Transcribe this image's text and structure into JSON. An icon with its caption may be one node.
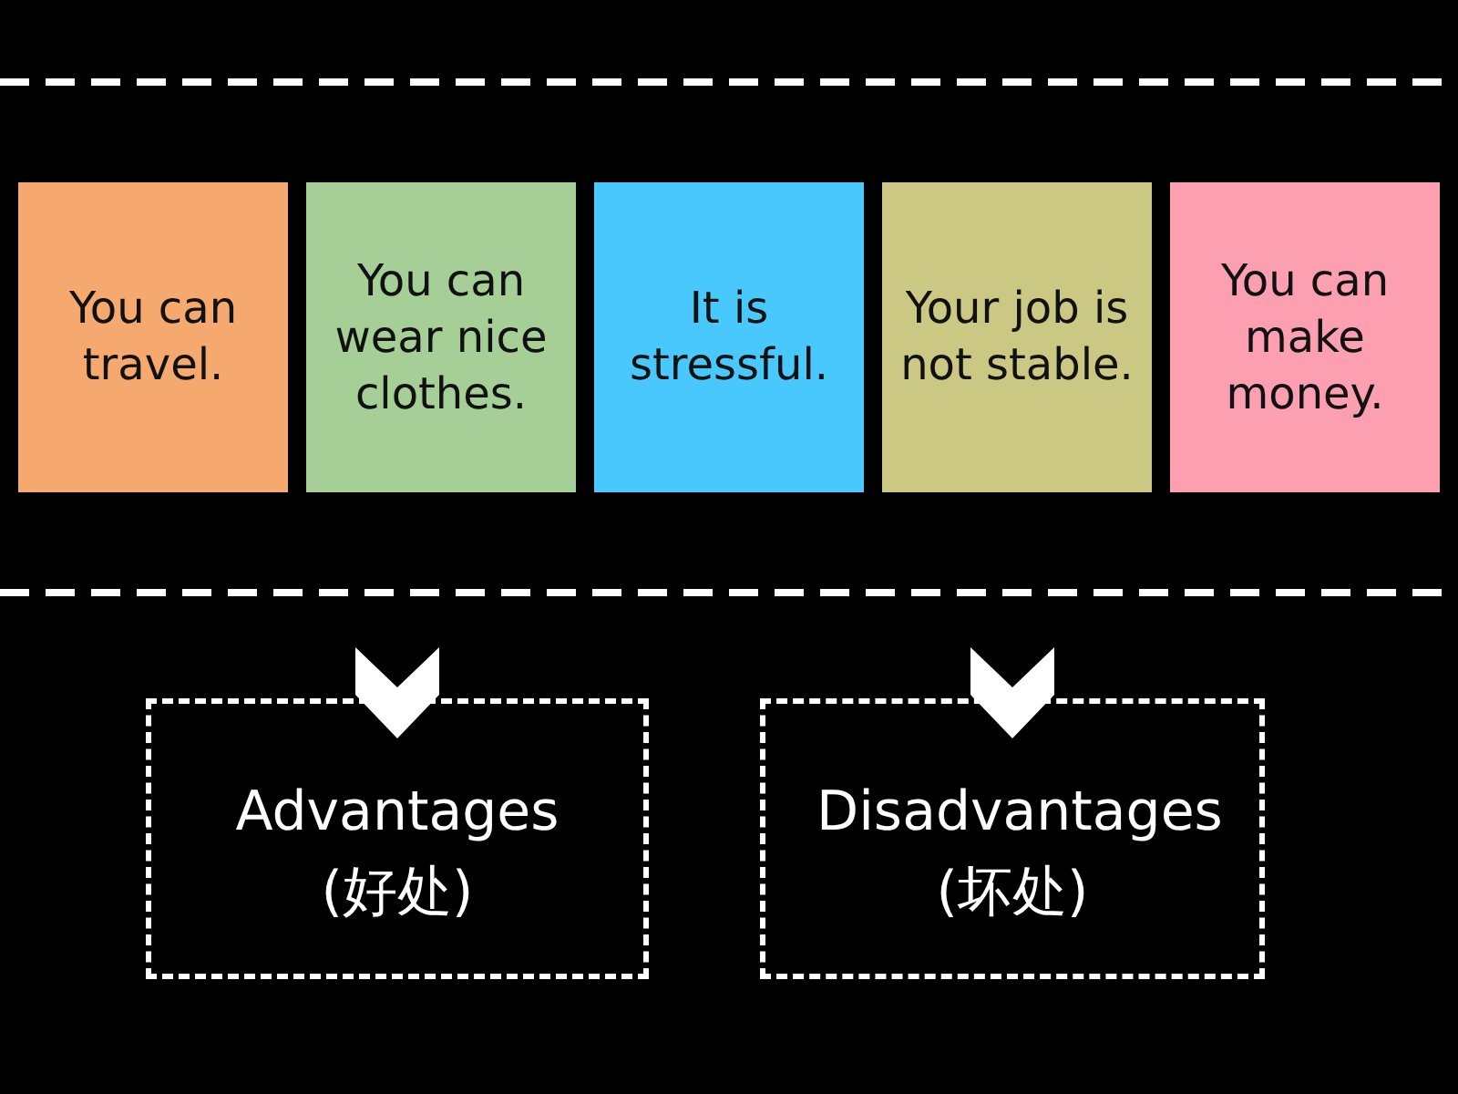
{
  "diagram": {
    "nodes": [
      {
        "text": [
          "You can travel."
        ]
      },
      {
        "text": [
          "You can wear nice clothes."
        ]
      },
      {
        "text": [
          "It is stressful."
        ]
      },
      {
        "text": [
          "Your job is not stable."
        ]
      },
      {
        "text": [
          "You can make money."
        ]
      },
      {
        "text": [
          "Advantages (好处)"
        ]
      },
      {
        "text": [
          "Disadvantages (坏处)"
        ]
      }
    ]
  }
}
